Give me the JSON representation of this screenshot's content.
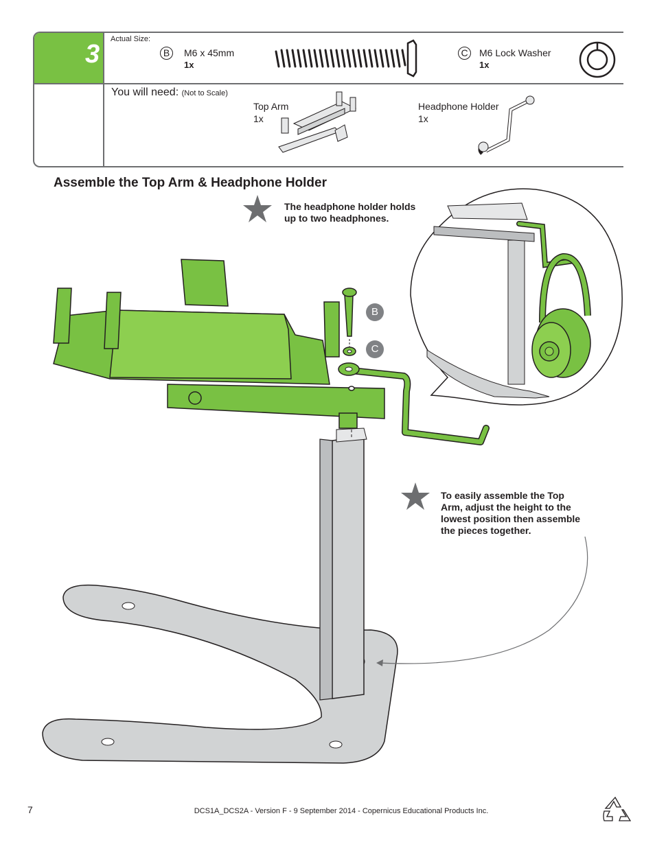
{
  "step": {
    "number": "3",
    "actual_size_label": "Actual Size:",
    "you_will_need_label": "You will need:",
    "not_to_scale_label": "(Not to Scale)"
  },
  "hardware": [
    {
      "letter": "B",
      "name": "M6 x 45mm",
      "qty": "1x"
    },
    {
      "letter": "C",
      "name": "M6 Lock Washer",
      "qty": "1x"
    }
  ],
  "parts": [
    {
      "name": "Top Arm",
      "qty": "1x"
    },
    {
      "name": "Headphone Holder",
      "qty": "1x"
    }
  ],
  "heading": "Assemble the Top Arm & Headphone Holder",
  "notes": {
    "headphones": [
      "The headphone holder holds",
      "up to two headphones."
    ],
    "height": [
      "To easily assemble the Top",
      "Arm, adjust the height to the",
      "lowest position then assemble",
      "the pieces together."
    ]
  },
  "callouts": [
    "B",
    "C"
  ],
  "colors": {
    "accent_green": "#79c143",
    "gray": "#808285",
    "outline": "#231f20"
  },
  "footer": {
    "page_number": "7",
    "text": "DCS1A_DCS2A - Version F - 9 September 2014 - Copernicus Educational Products Inc."
  }
}
